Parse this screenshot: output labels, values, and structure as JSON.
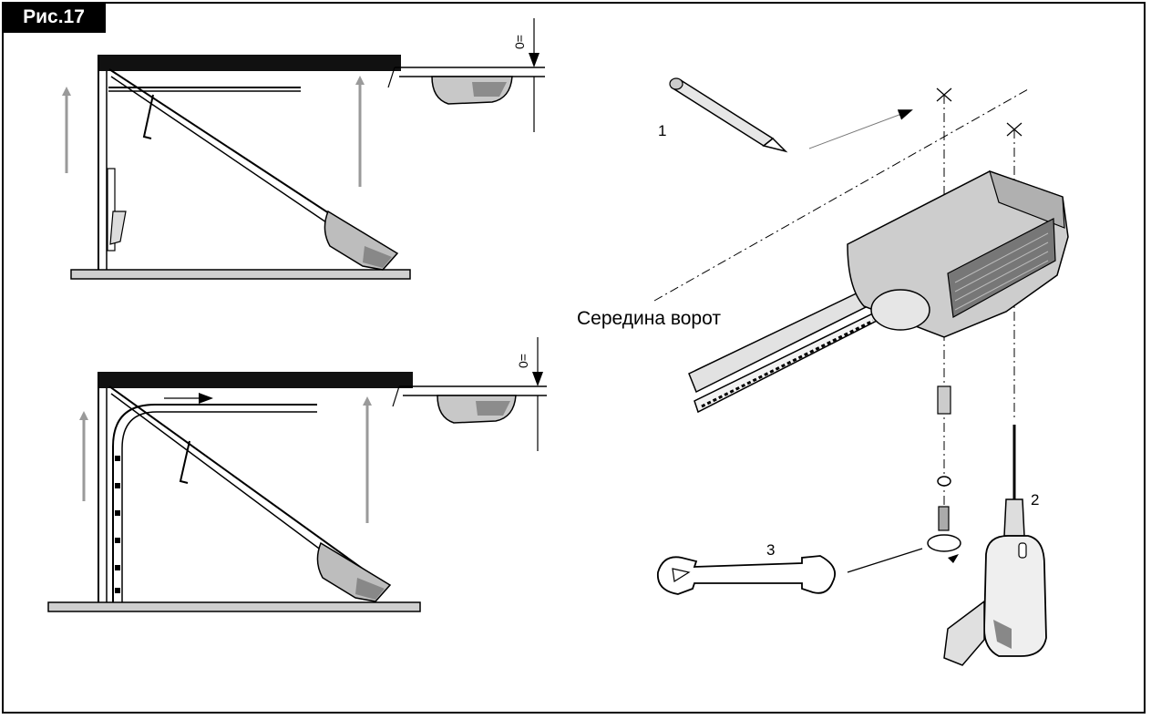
{
  "figure": {
    "label": "Рис.17",
    "caption_gate_middle": "Середина ворот",
    "callouts": {
      "pencil": "1",
      "drill": "2",
      "wrench": "3"
    },
    "clearance_top": "0=",
    "clearance_bottom": "0="
  },
  "colors": {
    "frame": "#000000",
    "line": "#000000",
    "arrow_gray": "#9a9a9a",
    "housing_gray": "#c8c8c8",
    "shadow_gray": "#8c8c8c"
  },
  "icons": [
    "pencil-icon",
    "wrench-icon",
    "drill-icon",
    "screw-icon",
    "washer-icon",
    "arrow-icon"
  ]
}
